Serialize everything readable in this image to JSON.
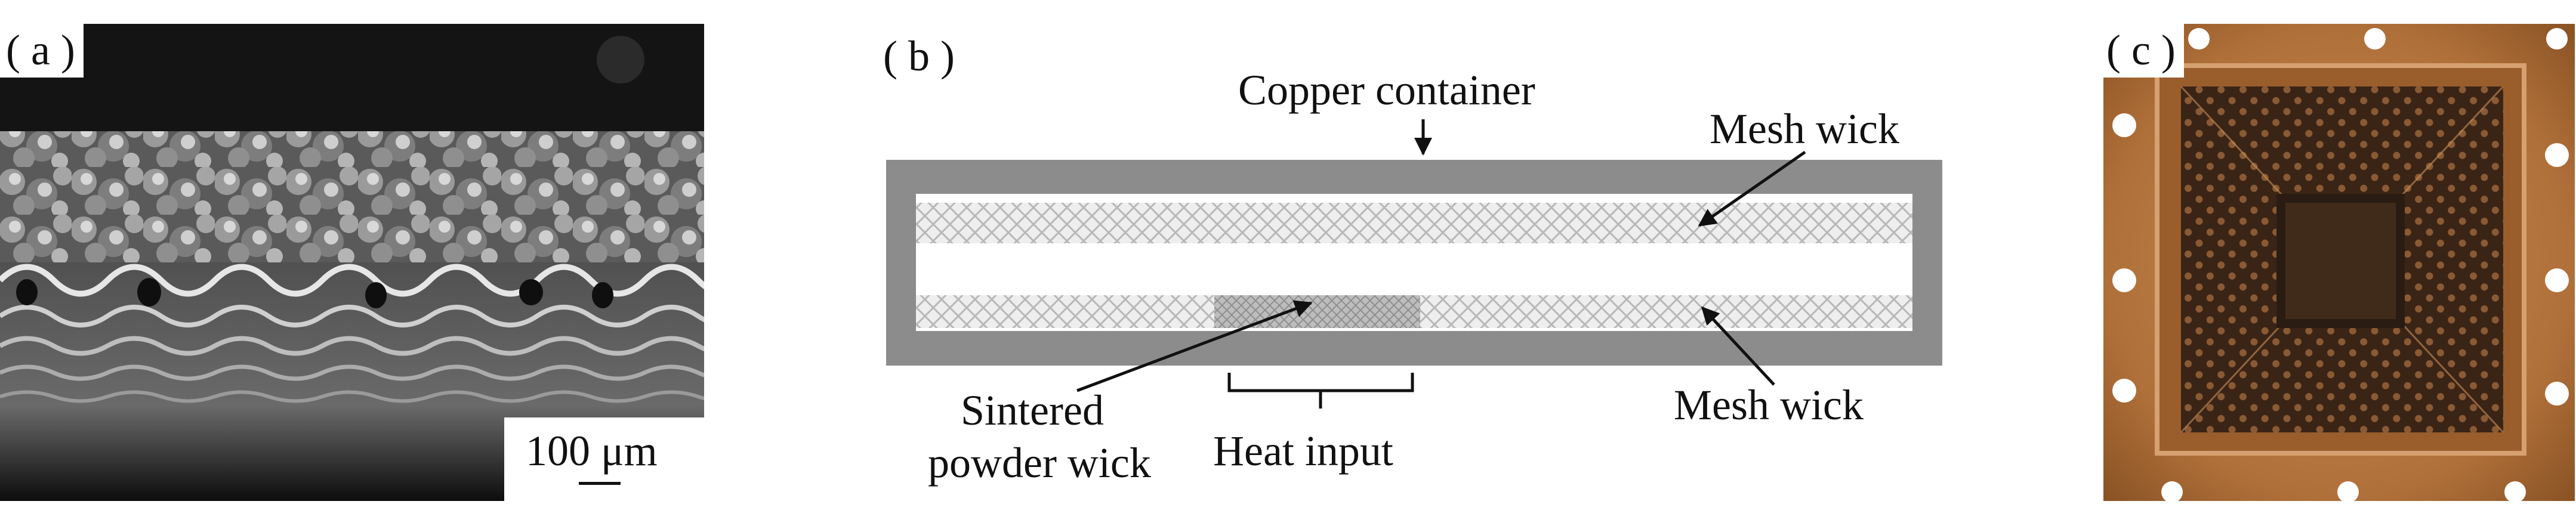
{
  "panels": {
    "a": {
      "label": "( a )",
      "scale_bar": "100 μm"
    },
    "b": {
      "label": "( b )",
      "copper_container": "Copper container",
      "mesh_wick_top": "Mesh wick",
      "mesh_wick_bottom": "Mesh wick",
      "sintered_line1": "Sintered",
      "sintered_line2": "powder wick",
      "heat_input": "Heat input"
    },
    "c": {
      "label": "( c )"
    }
  },
  "colors": {
    "copper_wall": "#8c8c8c",
    "mesh_light": "#d2d2d2",
    "sintered": "#a8a8a8",
    "photo_copper": "#b0703a",
    "sem_dark": "#1a1a1a"
  }
}
